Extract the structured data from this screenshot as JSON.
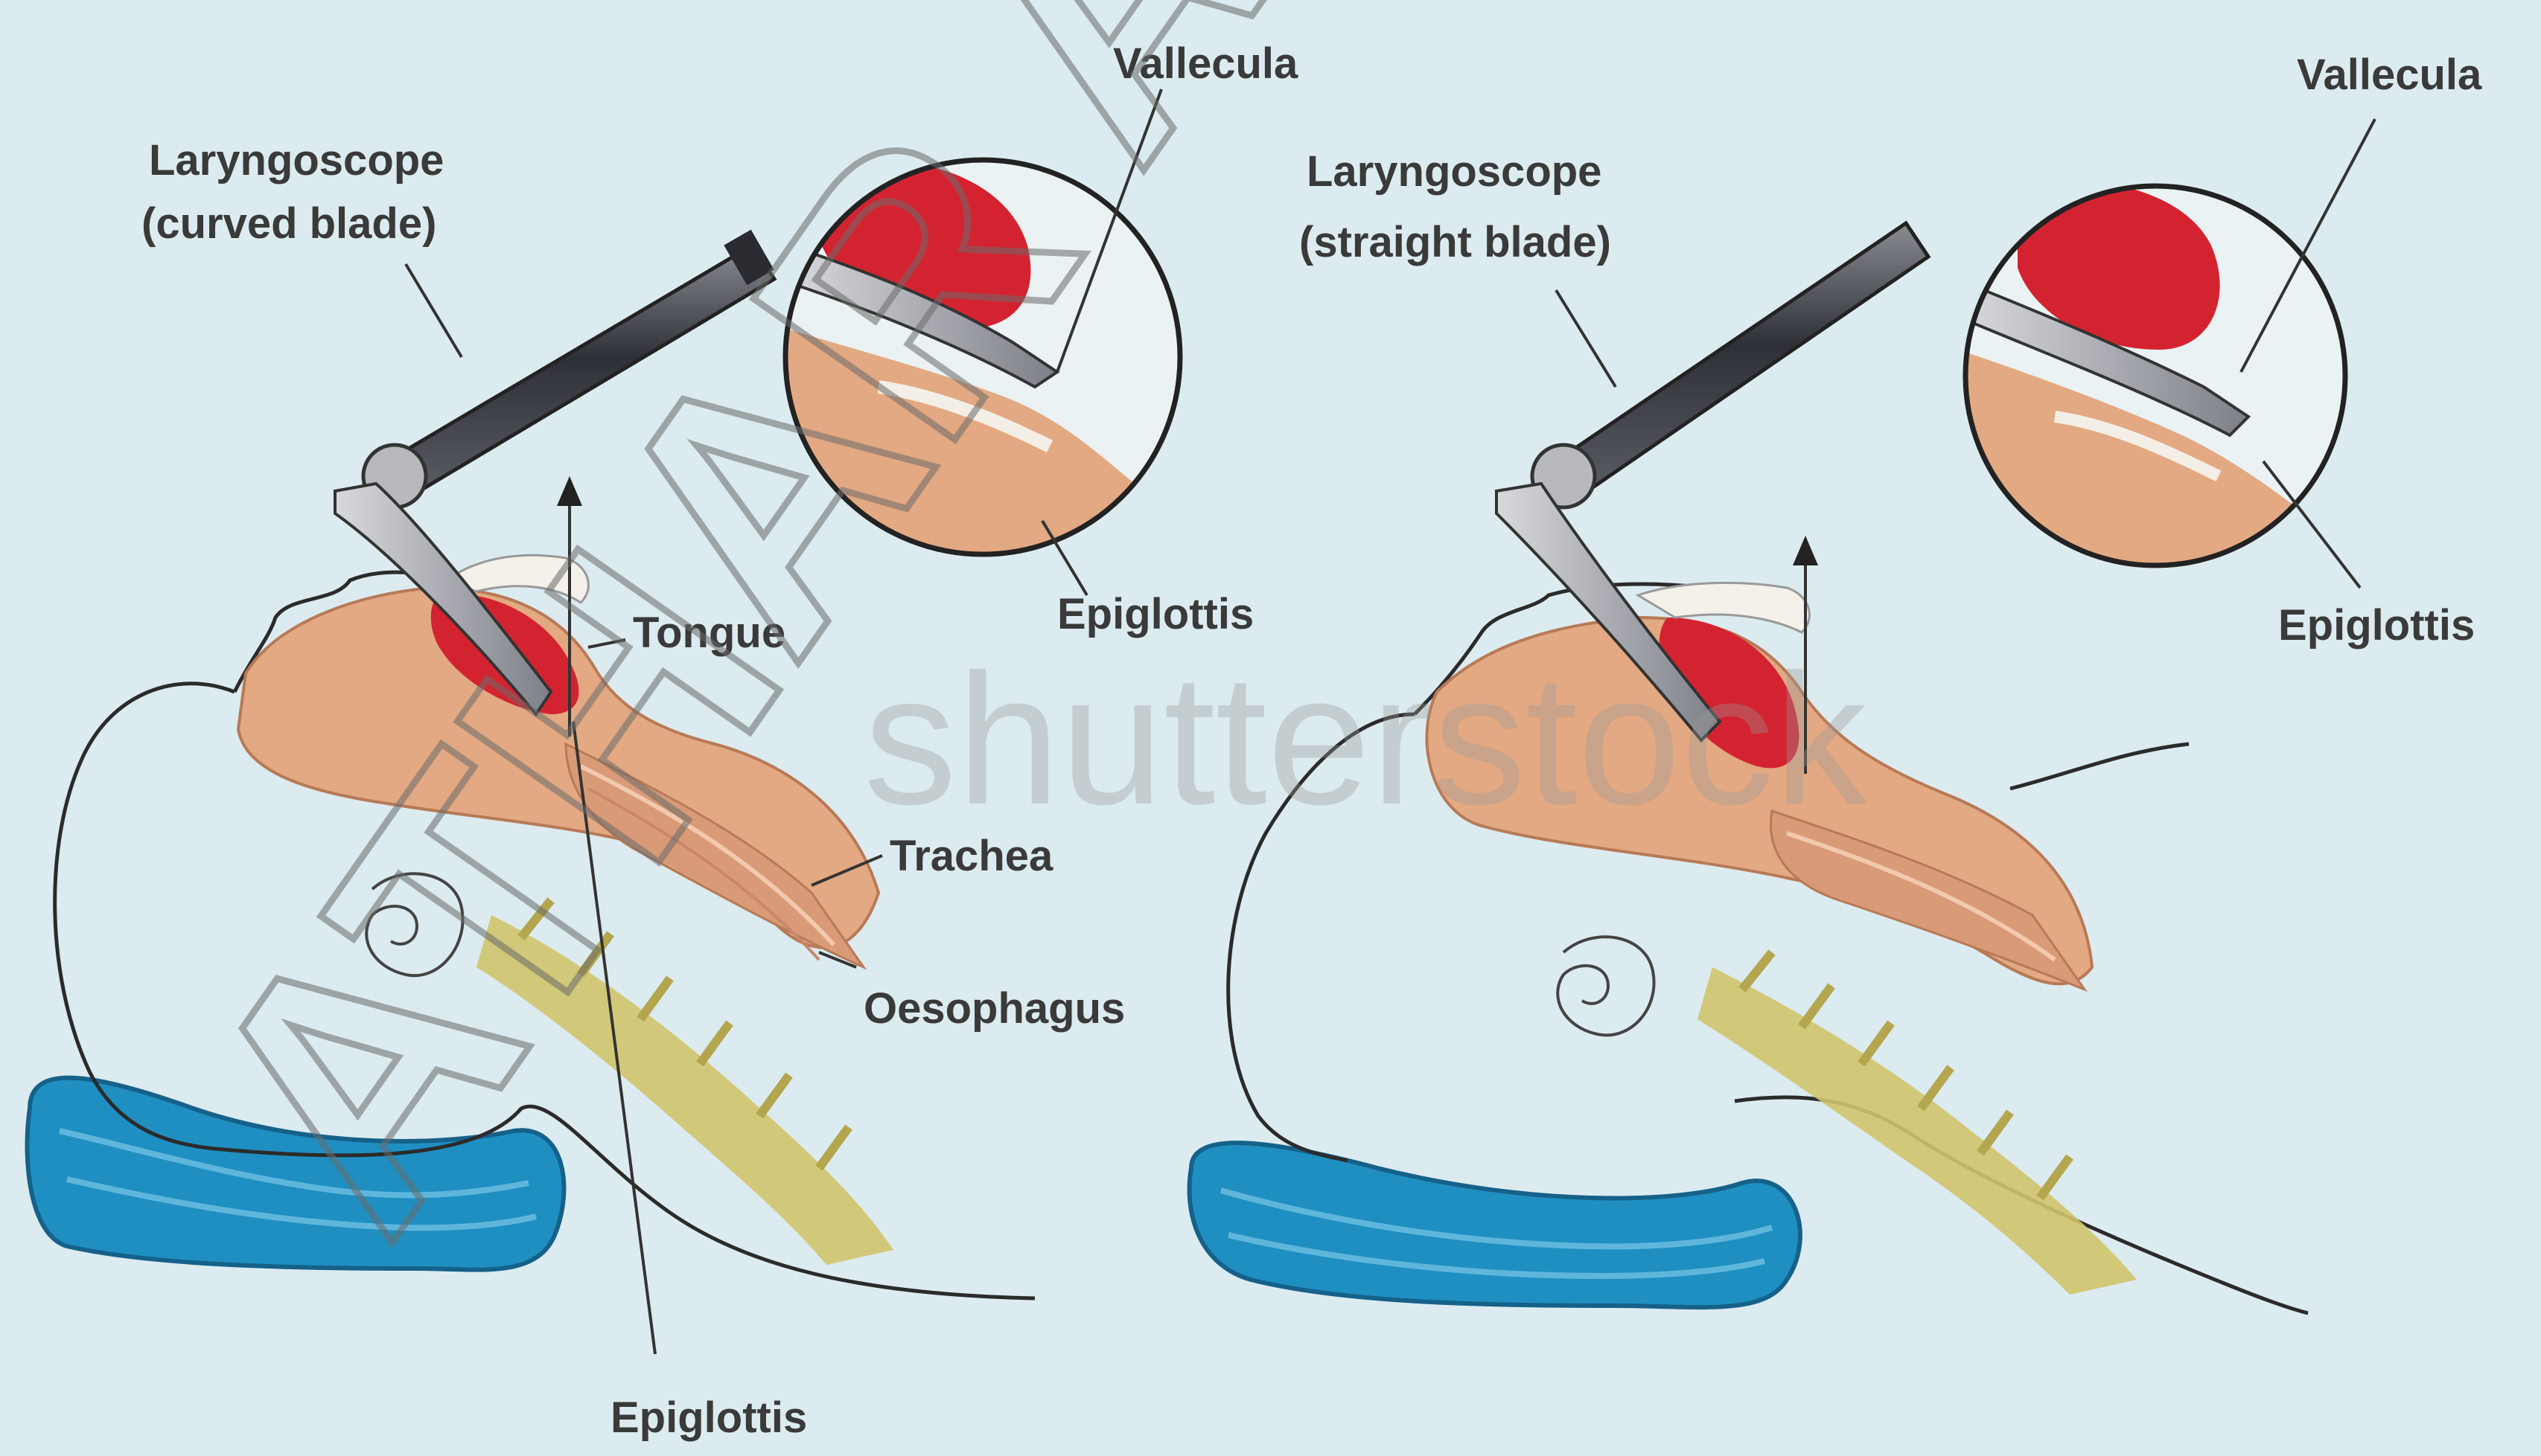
{
  "left_panel": {
    "laryngoscope_line1": "Laryngoscope",
    "laryngoscope_line2": "(curved blade)",
    "vallecula": "Vallecula",
    "epiglottis_inset": "Epiglottis",
    "tongue": "Tongue",
    "trachea": "Trachea",
    "oesophagus": "Oesophagus",
    "epiglottis_bottom": "Epiglottis"
  },
  "right_panel": {
    "laryngoscope_line1": "Laryngoscope",
    "laryngoscope_line2": "(straight blade)",
    "vallecula": "Vallecula",
    "epiglottis_inset": "Epiglottis"
  },
  "watermarks": {
    "diagonal": "ATHAR A",
    "stock": "shutterstock"
  },
  "colors": {
    "background": "#dcebef",
    "tissue": "#e3a982",
    "tongue": "#d42330",
    "pillow": "#1f8fc1",
    "spine": "#cfc46c",
    "handle": "#3d3f47"
  }
}
